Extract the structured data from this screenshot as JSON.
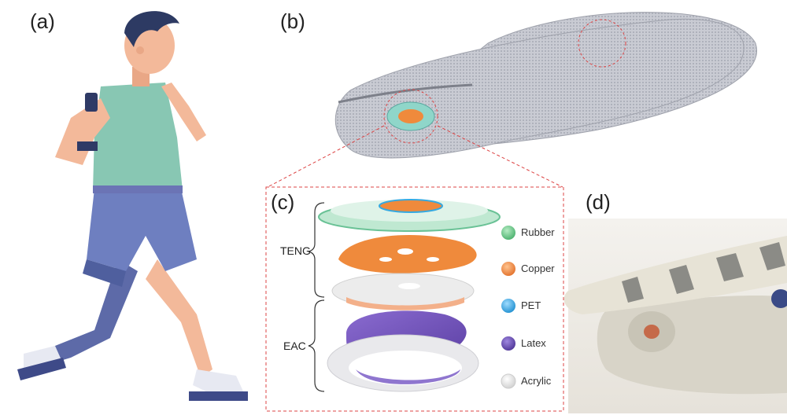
{
  "panels": {
    "a": "(a)",
    "b": "(b)",
    "c": "(c)",
    "d": "(d)"
  },
  "groups": {
    "teng": "TENG",
    "eac": "EAC"
  },
  "legend": [
    {
      "label": "Rubber",
      "color": "#7ccf93"
    },
    {
      "label": "Copper",
      "color": "#ef8a3c"
    },
    {
      "label": "PET",
      "color": "#36a9e0"
    },
    {
      "label": "Latex",
      "color": "#6a4cb0"
    },
    {
      "label": "Acrylic",
      "color": "#e4e4e4"
    }
  ]
}
